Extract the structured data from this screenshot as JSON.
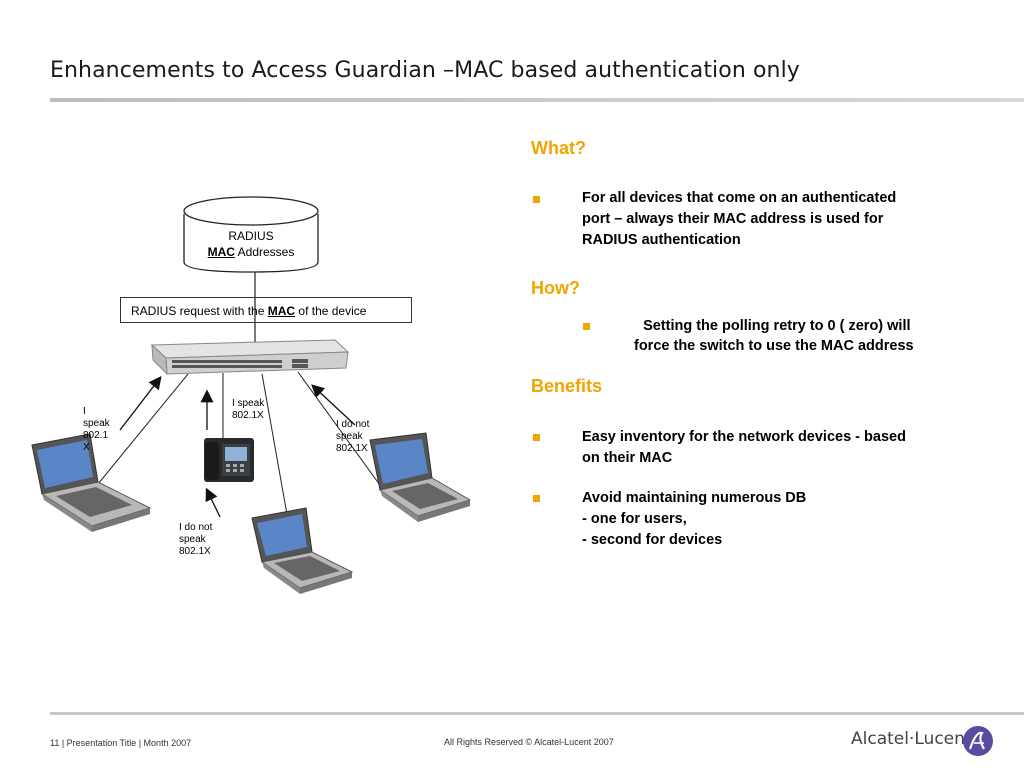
{
  "slide": {
    "title": "Enhancements to Access Guardian –MAC based authentication only"
  },
  "diagram": {
    "radius_line1": "RADIUS",
    "radius_mac": "MAC",
    "radius_line2_rest": " Addresses",
    "request_prefix": "RADIUS request with the ",
    "request_mac": "MAC",
    "request_suffix": " of the device",
    "label_left": [
      "I",
      "speak",
      "802.1",
      "X"
    ],
    "label_phone": [
      "I speak",
      "802.1X"
    ],
    "label_right": [
      "I do not",
      "speak",
      "802.1X"
    ],
    "label_bottom": [
      "I do not",
      "speak",
      "802.1X"
    ]
  },
  "content": {
    "what_heading": "What?",
    "what_bullet": [
      "For all devices that come on an authenticated",
      "port – always their  MAC address is used  for",
      "RADIUS authentication"
    ],
    "how_heading": "How?",
    "how_bullet": [
      "Setting the polling retry to  0 ( zero) will",
      "force the switch to use the MAC address"
    ],
    "benefits_heading": "Benefits",
    "benefit1": [
      "Easy inventory for the network devices - based",
      "on their MAC"
    ],
    "benefit2": [
      "Avoid maintaining numerous DB",
      "- one for users,",
      "- second for devices"
    ]
  },
  "footer": {
    "left": "11 | Presentation Title | Month 2007",
    "center": "All Rights Reserved © Alcatel-Lucent 2007",
    "logo": "Alcatel·Lucent"
  },
  "colors": {
    "accent": "#f0a500",
    "rule": "#c8c8c8"
  },
  "icons": [
    "radius-database-icon",
    "network-switch-icon",
    "ip-phone-icon",
    "laptop-icon",
    "alcatel-lucent-logo-icon"
  ]
}
